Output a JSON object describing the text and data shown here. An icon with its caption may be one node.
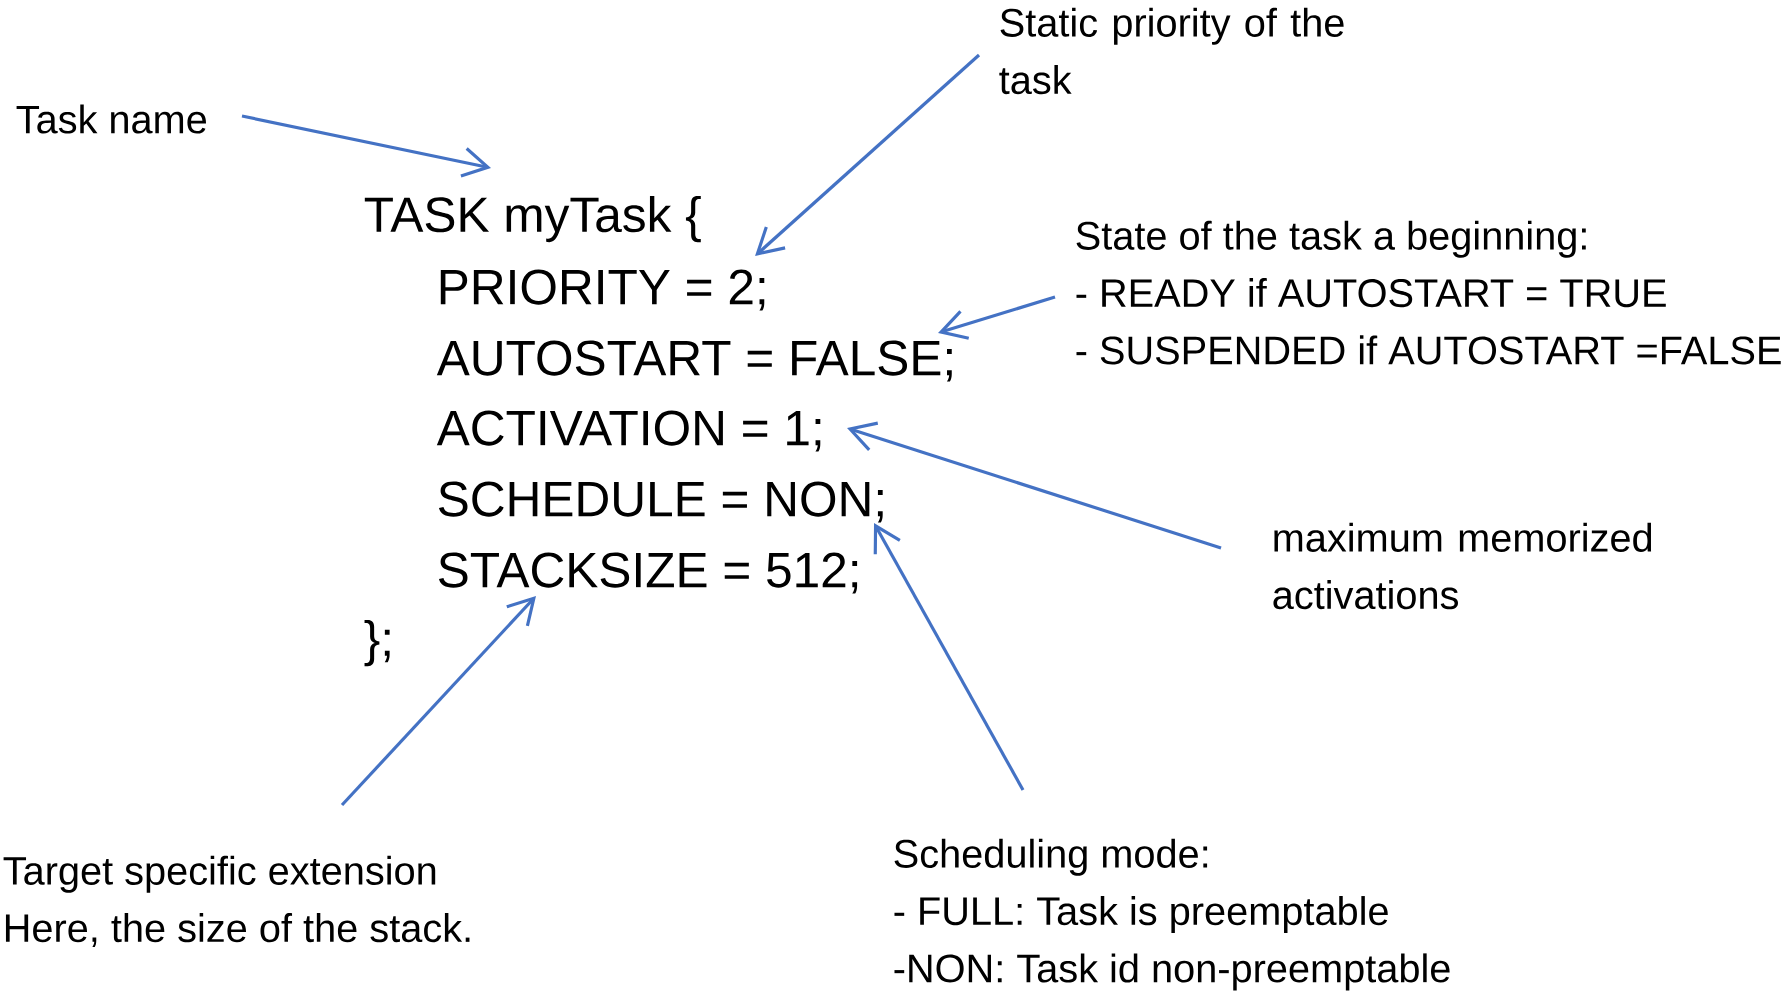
{
  "diagram": {
    "nodes": [
      {
        "text": [
          "Task name"
        ]
      },
      {
        "text": [
          "Static priority of the task"
        ]
      },
      {
        "text": [
          "State of the task a beginning:",
          "- READY if AUTOSTART = TRUE",
          "- SUSPENDED if AUTOSTART =FALSE"
        ]
      },
      {
        "text": [
          "maximum memorized activations"
        ]
      },
      {
        "text": [
          "Target specific extension",
          "Here, the size of the stack."
        ]
      },
      {
        "text": [
          "Scheduling mode:",
          "- FULL: Task is preemptable",
          "-NON: Task id non-preemptable"
        ]
      },
      {
        "text": [
          "TASK myTask {"
        ]
      },
      {
        "text": [
          "PRIORITY = 2;"
        ]
      },
      {
        "text": [
          "AUTOSTART = FALSE;"
        ]
      },
      {
        "text": [
          "ACTIVATION = 1;"
        ]
      },
      {
        "text": [
          "SCHEDULE = NON;"
        ]
      },
      {
        "text": [
          "STACKSIZE = 512;"
        ]
      },
      {
        "text": [
          "};"
        ]
      }
    ],
    "edges": [
      {
        "from": 0,
        "to": 6,
        "arrow": "to"
      },
      {
        "from": 1,
        "to": 7,
        "arrow": "to"
      },
      {
        "from": 2,
        "to": 8,
        "arrow": "to"
      },
      {
        "from": 3,
        "to": 9,
        "arrow": "to"
      },
      {
        "from": 4,
        "to": 11,
        "arrow": "to"
      },
      {
        "from": 5,
        "to": 10,
        "arrow": "to"
      }
    ]
  }
}
